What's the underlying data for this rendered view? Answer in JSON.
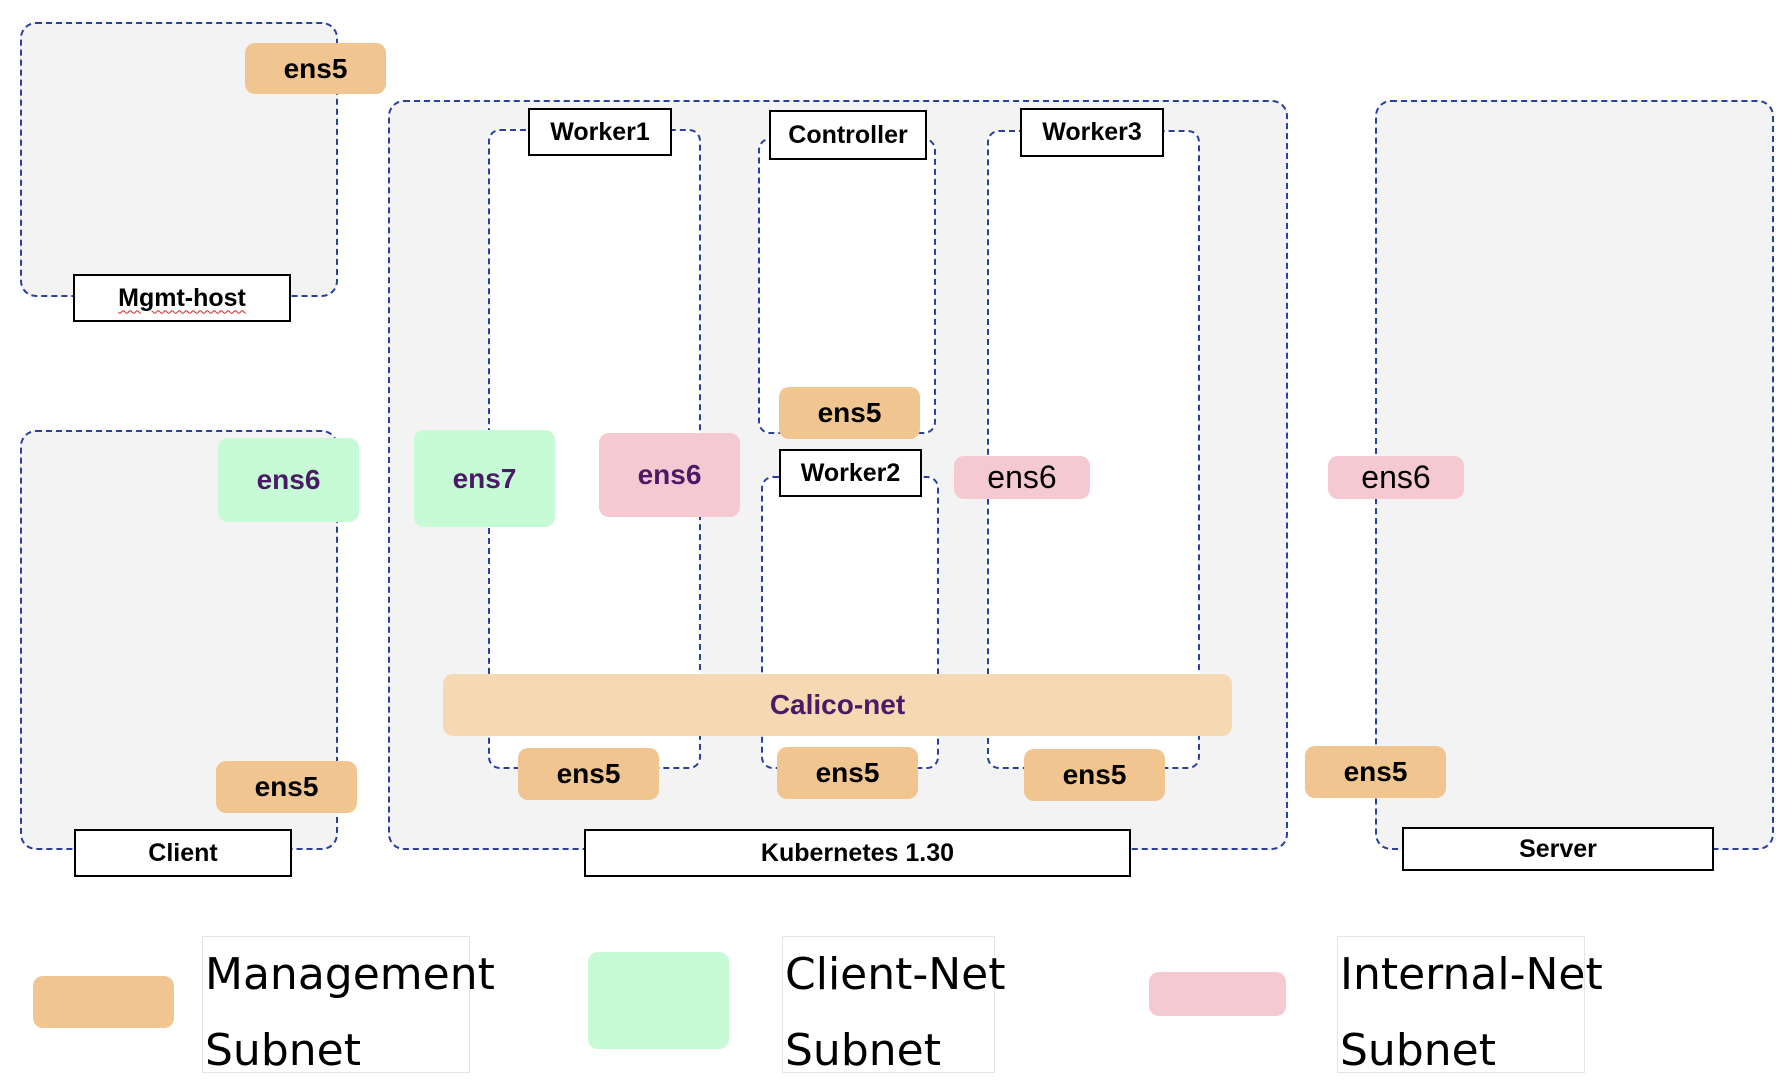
{
  "hosts": {
    "mgmt_host": {
      "label": "Mgmt-host",
      "nic_mgmt": "ens5"
    },
    "client": {
      "label": "Client",
      "nic_client": "ens6",
      "nic_mgmt": "ens5"
    },
    "kubernetes": {
      "label": "Kubernetes 1.30",
      "worker1": {
        "label": "Worker1",
        "nic_client": "ens7",
        "nic_internal": "ens6",
        "nic_mgmt": "ens5"
      },
      "controller": {
        "label": "Controller",
        "nic_mgmt": "ens5"
      },
      "worker2": {
        "label": "Worker2",
        "nic_mgmt": "ens5"
      },
      "worker3": {
        "label": "Worker3",
        "nic_internal": "ens6",
        "nic_mgmt": "ens5"
      },
      "calico": {
        "label": "Calico-net"
      }
    },
    "server": {
      "label": "Server",
      "nic_internal": "ens6",
      "nic_mgmt": "ens5"
    }
  },
  "legend": [
    {
      "line1": "Management",
      "line2": "Subnet",
      "color": "#f0c590"
    },
    {
      "line1": "Client-Net",
      "line2": "Subnet",
      "color": "#c6fbd6"
    },
    {
      "line1": "Internal-Net",
      "line2": "Subnet",
      "color": "#f5c9d2"
    }
  ],
  "colors": {
    "management": "#f0c590",
    "client_net": "#c6fbd6",
    "internal_net": "#f5c9d2",
    "calico": "#f5d9b3",
    "border": "#2a3f9e"
  }
}
